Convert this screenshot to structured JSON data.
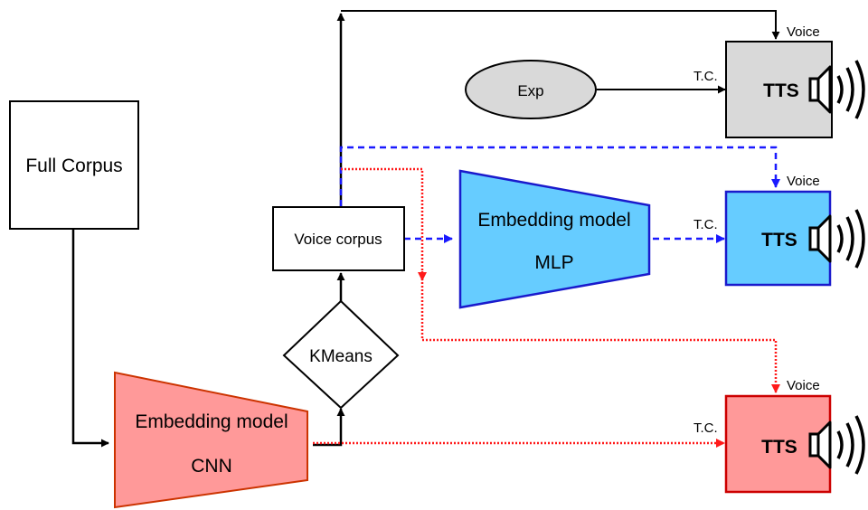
{
  "nodes": {
    "full_corpus": "Full Corpus",
    "cnn_title": "Embedding model",
    "cnn_sub": "CNN",
    "kmeans": "KMeans",
    "voice_corpus": "Voice corpus",
    "mlp_title": "Embedding model",
    "mlp_sub": "MLP",
    "exp": "Exp",
    "tts_top": "TTS",
    "tts_mid": "TTS",
    "tts_bottom": "TTS"
  },
  "edge_labels": {
    "voice_top": "Voice",
    "voice_mid": "Voice",
    "voice_bottom": "Voice",
    "tc_top": "T.C.",
    "tc_mid": "T.C.",
    "tc_bottom": "T.C."
  },
  "colors": {
    "black": "#000000",
    "blue_line": "#1a1aff",
    "red_line": "#ff1a1a",
    "mlp_fill": "#66ccff",
    "mlp_stroke": "#1a1acc",
    "cnn_fill": "#ff9999",
    "cnn_stroke": "#cc3300",
    "gray_fill": "#d9d9d9",
    "tts_red_stroke": "#cc0000"
  }
}
